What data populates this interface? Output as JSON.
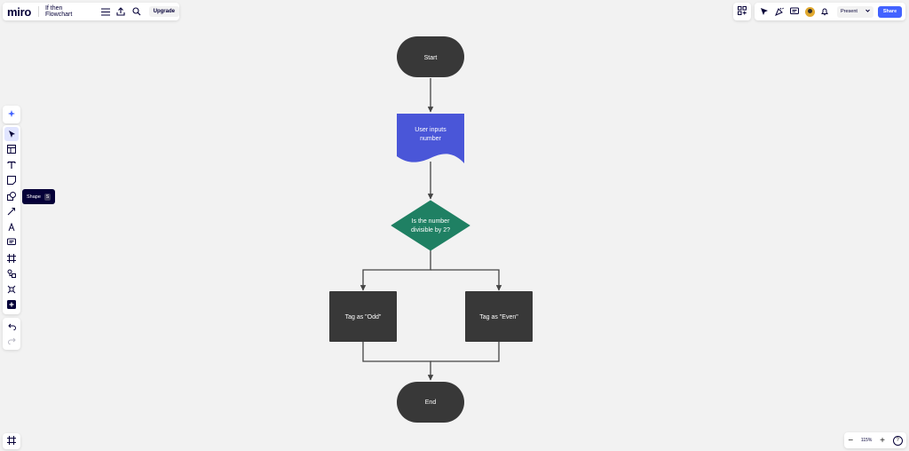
{
  "app": {
    "logo": "miro",
    "board_title": "If then Flowchart",
    "upgrade_label": "Upgrade"
  },
  "header_right": {
    "present_label": "Present",
    "share_label": "Share"
  },
  "toolbar": {
    "active_tool": "select",
    "tools": [
      "select",
      "templates",
      "text",
      "sticky-note",
      "shape",
      "connection-line",
      "pen",
      "comment",
      "frame",
      "diagram",
      "more-apps",
      "add"
    ]
  },
  "tooltip": {
    "label": "Shape",
    "shortcut": "S"
  },
  "zoom": {
    "level": "115%",
    "minus": "−",
    "plus": "+",
    "help": "?"
  },
  "flowchart": {
    "start": "Start",
    "input_line1": "User inputs",
    "input_line2": "number",
    "decision_line1": "Is the number",
    "decision_line2": "divisible by 2?",
    "odd": "Tag as \"Odd\"",
    "even": "Tag as \"Even\"",
    "end": "End"
  },
  "colors": {
    "terminal": "#383838",
    "input": "#4a56d8",
    "decision": "#1f8063",
    "process": "#383838",
    "accent": "#4262ff"
  }
}
